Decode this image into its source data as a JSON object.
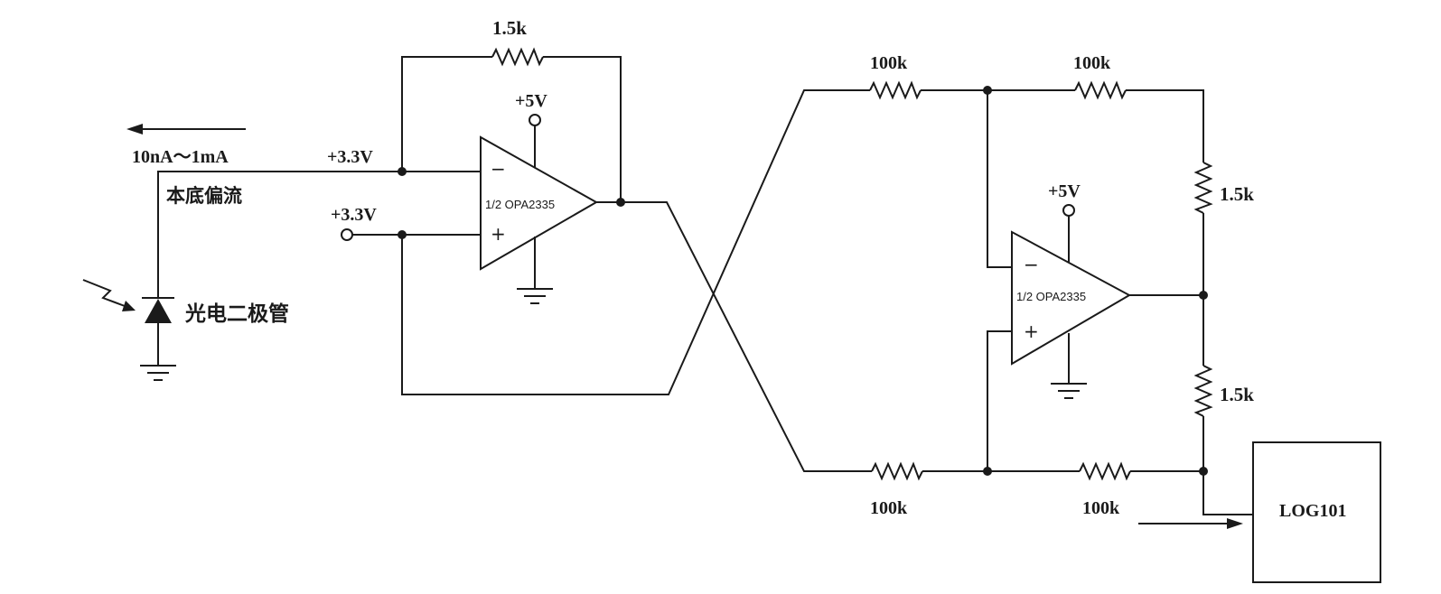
{
  "input": {
    "current_range": "10nA～1mA",
    "bias_label": "本底偏流",
    "photodiode_label": "光电二极管"
  },
  "amplifier_1": {
    "name": "1/2 OPA2335",
    "minus": "−",
    "plus": "+",
    "supply": "+5V",
    "feedback_resistor": "1.5k",
    "inverting_bias": "+3.3V",
    "noninverting_bias": "+3.3V"
  },
  "amplifier_2": {
    "name": "1/2 OPA2335",
    "minus": "−",
    "plus": "+",
    "supply": "+5V",
    "resistor_top_left": "100k",
    "resistor_top_right": "100k",
    "resistor_bottom_left": "100k",
    "resistor_bottom_right": "100k",
    "resistor_right_upper": "1.5k",
    "resistor_right_lower": "1.5k"
  },
  "log_amp": {
    "label": "LOG101"
  }
}
